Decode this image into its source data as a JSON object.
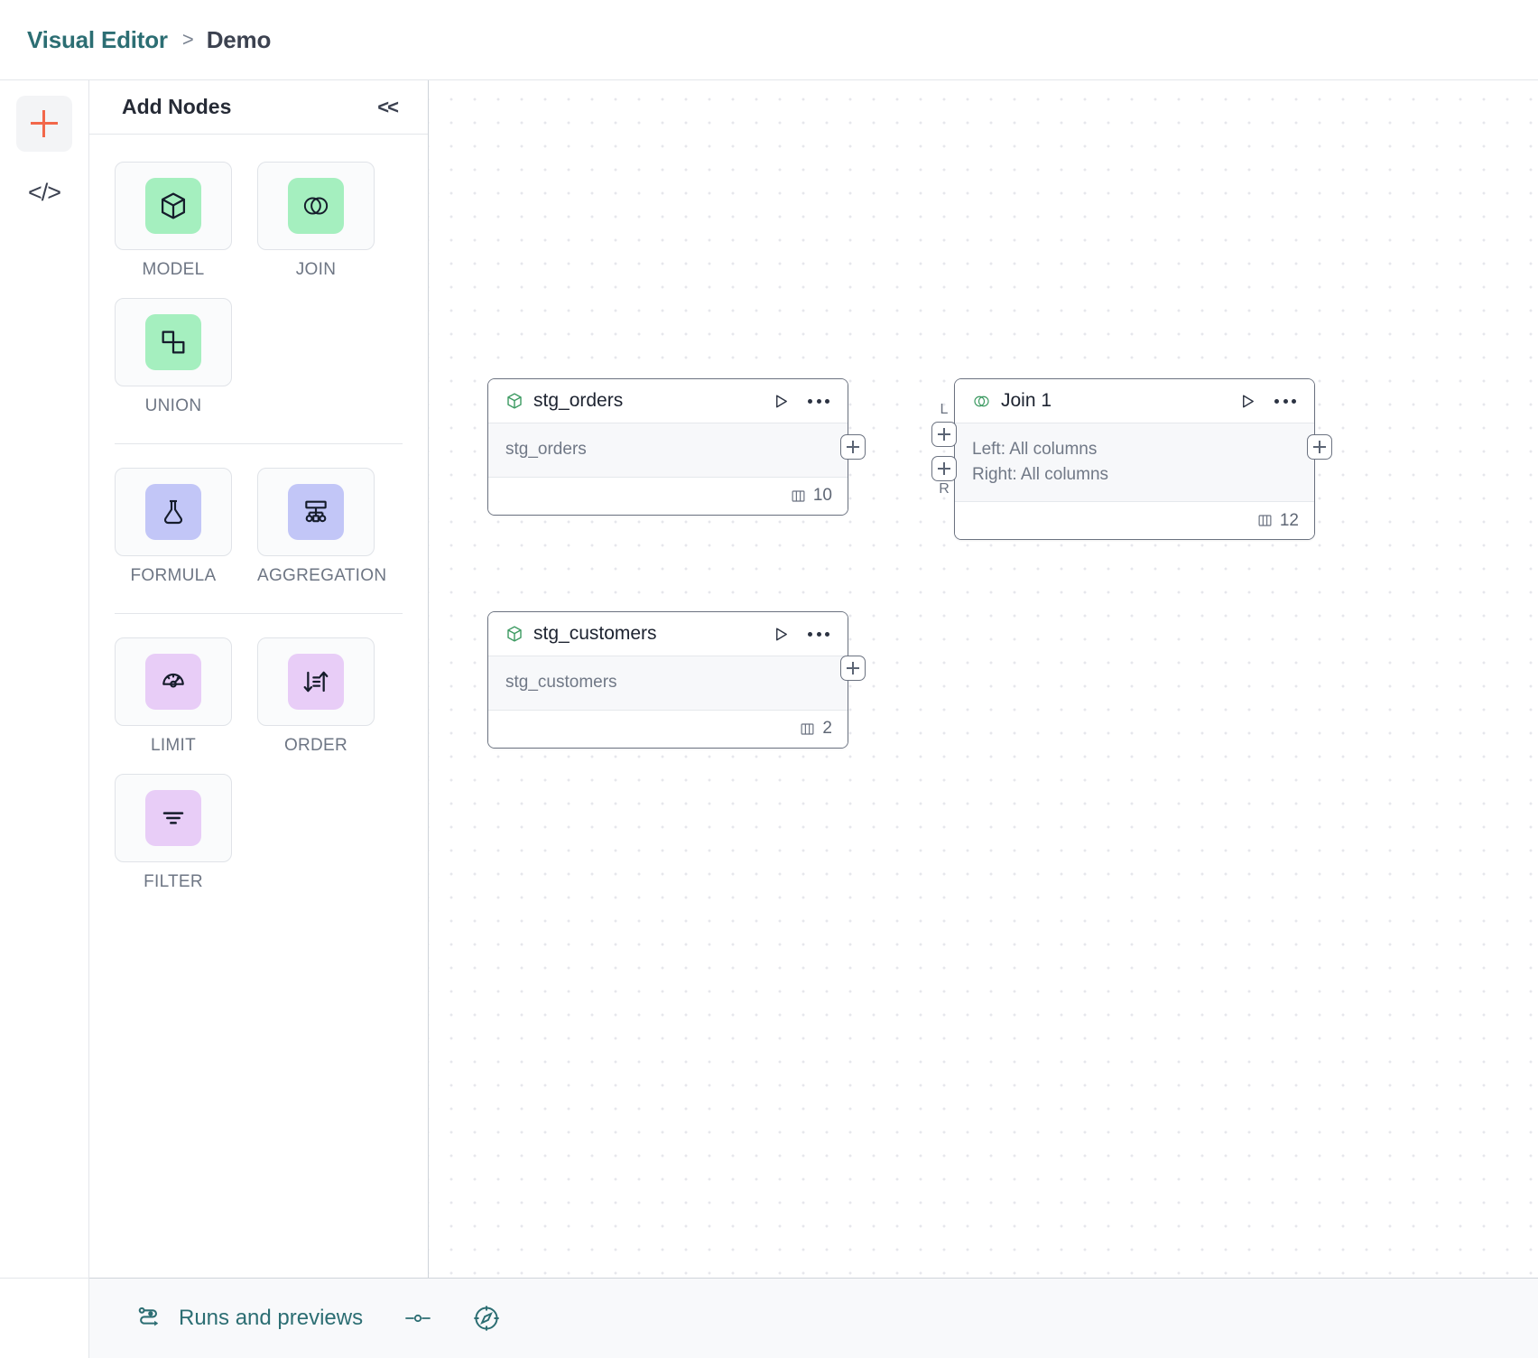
{
  "breadcrumb": {
    "root": "Visual Editor",
    "separator": ">",
    "leaf": "Demo"
  },
  "rail": {
    "add_icon": "plus-icon",
    "code_icon": "code-brackets-icon"
  },
  "panel": {
    "title": "Add Nodes",
    "collapse_label": "<<",
    "groups": [
      {
        "items": [
          {
            "label": "MODEL",
            "icon": "cube-icon",
            "swatch": "#a5efbf"
          },
          {
            "label": "JOIN",
            "icon": "venn-circles-icon",
            "swatch": "#a5efbf"
          },
          {
            "label": "UNION",
            "icon": "union-shapes-icon",
            "swatch": "#a5efbf"
          }
        ]
      },
      {
        "items": [
          {
            "label": "FORMULA",
            "icon": "flask-icon",
            "swatch": "#c2c6f7"
          },
          {
            "label": "AGGREGATION",
            "icon": "hierarchy-icon",
            "swatch": "#c2c6f7"
          }
        ]
      },
      {
        "items": [
          {
            "label": "LIMIT",
            "icon": "gauge-icon",
            "swatch": "#e8cdf7"
          },
          {
            "label": "ORDER",
            "icon": "sort-arrows-icon",
            "swatch": "#e8cdf7"
          },
          {
            "label": "FILTER",
            "icon": "filter-lines-icon",
            "swatch": "#e8cdf7"
          }
        ]
      }
    ]
  },
  "canvas": {
    "nodes": [
      {
        "id": "stg_orders",
        "title": "stg_orders",
        "icon": "cube-icon",
        "rows": [
          "stg_orders"
        ],
        "column_count": "10",
        "run_icon": "play-icon",
        "more_icon": "more-horizontal-icon"
      },
      {
        "id": "join_1",
        "title": "Join 1",
        "icon": "venn-circles-icon",
        "rows": [
          "Left: All columns",
          "Right: All columns"
        ],
        "column_count": "12",
        "run_icon": "play-icon",
        "more_icon": "more-horizontal-icon"
      },
      {
        "id": "stg_customers",
        "title": "stg_customers",
        "icon": "cube-icon",
        "rows": [
          "stg_customers"
        ],
        "column_count": "2",
        "run_icon": "play-icon",
        "more_icon": "more-horizontal-icon"
      }
    ],
    "ports": {
      "orders_out": "+",
      "customers_out": "+",
      "join_left": "+",
      "join_right": "+",
      "join_out": "+",
      "left_tag": "L",
      "right_tag": "R"
    }
  },
  "bottombar": {
    "runs_label": "Runs and previews",
    "runs_icon": "pipeline-icon",
    "slider_icon": "slider-icon",
    "compass_icon": "compass-icon"
  },
  "colors": {
    "brand_teal": "#2c6e73",
    "accent_coral": "#f2674a",
    "node_green": "#a5efbf",
    "node_blue": "#c2c6f7",
    "node_purple": "#e8cdf7"
  }
}
